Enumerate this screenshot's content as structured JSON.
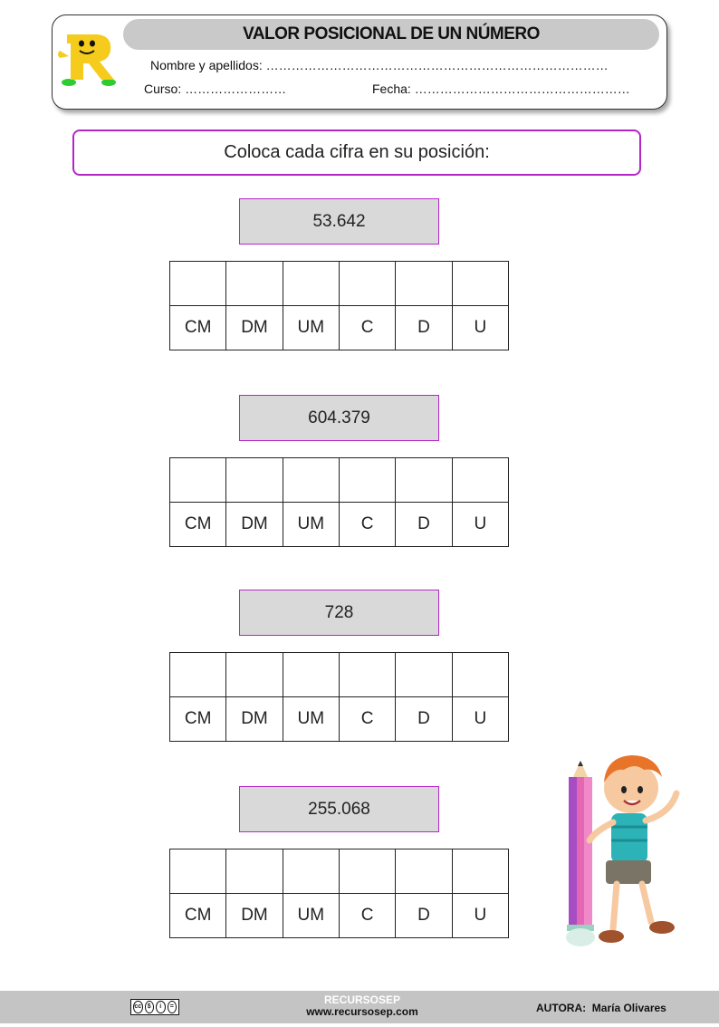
{
  "header": {
    "title": "VALOR POSICIONAL DE UN NÚMERO",
    "name_label": "Nombre y apellidos: ………………………………………………………………………",
    "course_label": "Curso: ……………………",
    "date_label": "Fecha: ……………………………………………"
  },
  "instruction": "Coloca cada cifra en su posición:",
  "exercises": [
    {
      "number": "53.642"
    },
    {
      "number": "604.379"
    },
    {
      "number": "728"
    },
    {
      "number": "255.068"
    }
  ],
  "place_labels": [
    "CM",
    "DM",
    "UM",
    "C",
    "D",
    "U"
  ],
  "footer": {
    "site_name": "RECURSOSEP",
    "site_url": "www.recursosep.com",
    "author_label": "AUTORA:",
    "author_name": "María Olivares"
  },
  "colors": {
    "accent_border": "#b526c9",
    "number_box_bg": "#d9d9d9",
    "title_bar_bg": "#c9c9c9",
    "footer_bg": "#c4c4c4"
  }
}
